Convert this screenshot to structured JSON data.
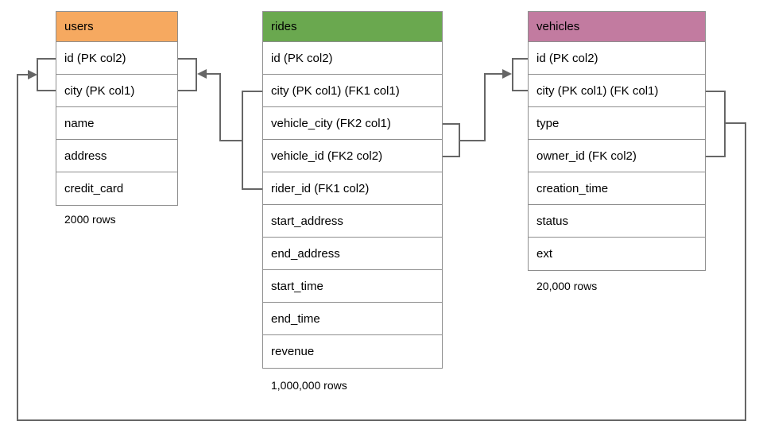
{
  "diagram": {
    "tables": [
      {
        "name": "users",
        "header_color": "#F6A960",
        "rows": [
          "id (PK col2)",
          "city (PK col1)",
          "name",
          "address",
          "credit_card"
        ],
        "row_count_label": "2000 rows"
      },
      {
        "name": "rides",
        "header_color": "#6AA84F",
        "rows": [
          "id (PK col2)",
          "city (PK col1) (FK1 col1)",
          "vehicle_city (FK2 col1)",
          "vehicle_id (FK2 col2)",
          "rider_id (FK1 col2)",
          "start_address",
          "end_address",
          "start_time",
          "end_time",
          "revenue"
        ],
        "row_count_label": "1,000,000 rows"
      },
      {
        "name": "vehicles",
        "header_color": "#C27BA0",
        "rows": [
          "id (PK col2)",
          "city (PK col1) (FK col1)",
          "type",
          "owner_id (FK col2)",
          "creation_time",
          "status",
          "ext"
        ],
        "row_count_label": "20,000 rows"
      }
    ],
    "relationships": [
      {
        "from_table": "rides",
        "from_columns": [
          "city (PK col1) (FK1 col1)",
          "rider_id (FK1 col2)"
        ],
        "to_table": "users",
        "to_columns": [
          "id (PK col2)",
          "city (PK col1)"
        ]
      },
      {
        "from_table": "rides",
        "from_columns": [
          "vehicle_city (FK2 col1)",
          "vehicle_id (FK2 col2)"
        ],
        "to_table": "vehicles",
        "to_columns": [
          "id (PK col2)",
          "city (PK col1)"
        ]
      },
      {
        "from_table": "vehicles",
        "from_columns": [
          "city (PK col1) (FK col1)",
          "owner_id (FK col2)"
        ],
        "to_table": "users",
        "to_columns": [
          "id (PK col2)",
          "city (PK col1)"
        ]
      }
    ],
    "colors": {
      "table_border": "#8E8E8E",
      "connector": "#666666",
      "text": "#000000",
      "background": "#FFFFFF"
    }
  }
}
